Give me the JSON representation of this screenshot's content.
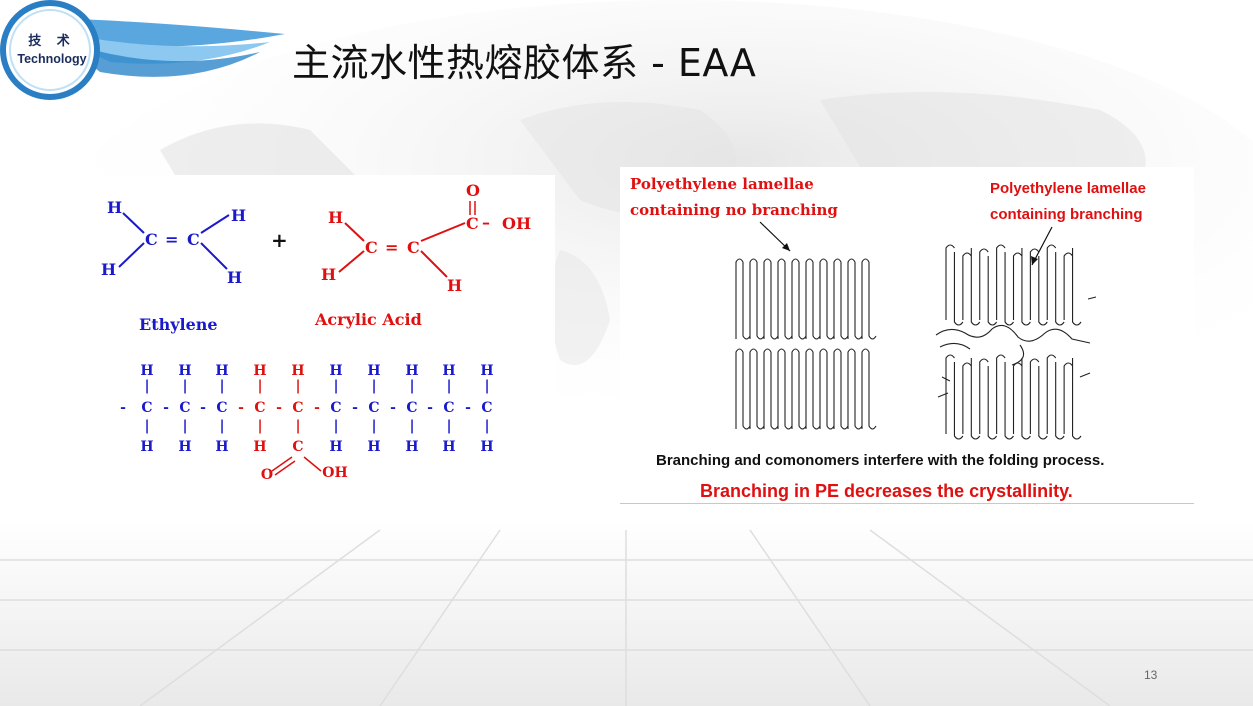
{
  "slide": {
    "title": "主流水性热熔胶体系 - EAA",
    "page_number": "13",
    "logo": {
      "cn": "技 术",
      "en": "Technology"
    }
  },
  "colors": {
    "blue": "#1a1acc",
    "red": "#e01010",
    "dark": "#111111"
  },
  "reaction": {
    "plus": "+",
    "ethylene": {
      "label": "Ethylene",
      "atoms": {
        "c1": "C",
        "c2": "C",
        "h": "H",
        "bond": "="
      }
    },
    "acrylic": {
      "label": "Acrylic Acid",
      "atoms": {
        "c": "C",
        "o": "O",
        "h": "H",
        "oh": "OH",
        "bond": "=",
        "dash": "–"
      }
    }
  },
  "polymer": {
    "h": "H",
    "c": "C",
    "o": "O",
    "oh": "OH",
    "bar": "|",
    "dash": "-"
  },
  "lamellae": {
    "label_left_line1": "Polyethylene lamellae",
    "label_left_line2": "containing no branching",
    "label_right_line1": "Polyethylene lamellae",
    "label_right_line2": "containing branching",
    "caption1": "Branching and comonomers interfere with the folding process.",
    "caption2": "Branching in PE decreases the crystallinity."
  }
}
